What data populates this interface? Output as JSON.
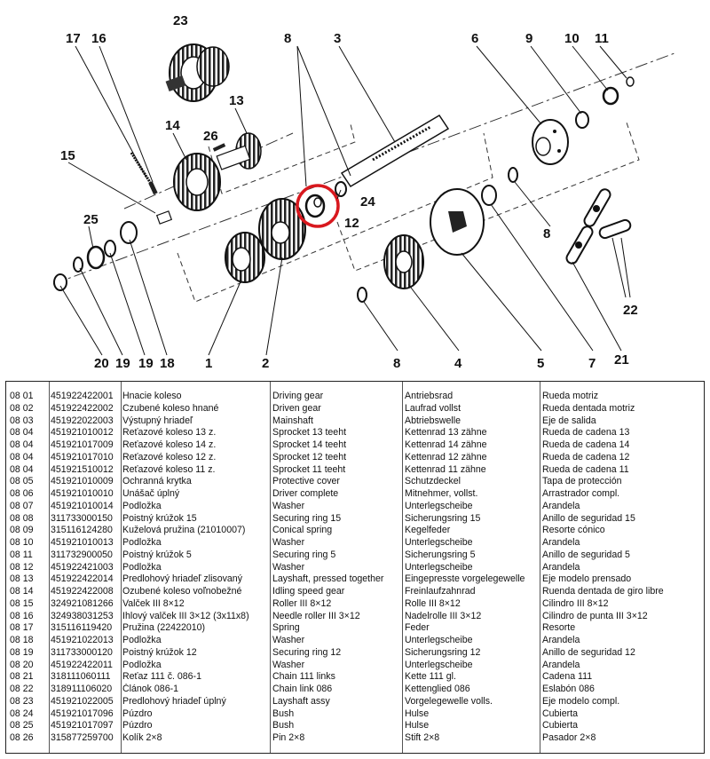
{
  "callouts": [
    "23",
    "17",
    "16",
    "8",
    "3",
    "6",
    "9",
    "10",
    "11",
    "13",
    "14",
    "26",
    "15",
    "25",
    "24",
    "12",
    "8",
    "20",
    "19",
    "19",
    "18",
    "1",
    "2",
    "8",
    "4",
    "5",
    "7",
    "21",
    "22"
  ],
  "colors": {
    "highlight": "#d8181e",
    "ink": "#111111"
  },
  "table": {
    "rows": [
      [
        "08 01",
        "451922422001",
        "Hnacie koleso",
        "Driving gear",
        "Antriebsrad",
        "Rueda motriz"
      ],
      [
        "08 02",
        "451922422002",
        "Czubené koleso hnané",
        "Driven gear",
        "Laufrad vollst",
        "Rueda dentada motriz"
      ],
      [
        "08 03",
        "451922022003",
        "Výstupný hriadeľ",
        "Mainshaft",
        "Abtriebswelle",
        "Eje de salida"
      ],
      [
        "08 04",
        "451921010012",
        "Reťazové koleso 13 z.",
        "Sprocket 13 teeht",
        "Kettenrad 13 zähne",
        "Rueda de cadena 13"
      ],
      [
        "08 04",
        "451921017009",
        "Reťazové koleso 14 z.",
        "Sprocket 14 teeht",
        "Kettenrad 14 zähne",
        "Rueda de cadena 14"
      ],
      [
        "08 04",
        "451921017010",
        "Reťazové koleso 12 z.",
        "Sprocket 12 teeht",
        "Kettenrad 12 zähne",
        "Rueda de cadena 12"
      ],
      [
        "08 04",
        "451921510012",
        "Reťazové koleso 11 z.",
        "Sprocket 11 teeht",
        "Kettenrad 11 zähne",
        "Rueda de cadena 11"
      ],
      [
        "08 05",
        "451921010009",
        "Ochranná krytka",
        "Protective cover",
        "Schutzdeckel",
        "Tapa de protección"
      ],
      [
        "08 06",
        "451921010010",
        "Unášač úplný",
        "Driver complete",
        "Mitnehmer, vollst.",
        "Arrastrador compl."
      ],
      [
        "08 07",
        "451921010014",
        "Podložka",
        "Washer",
        "Unterlegscheibe",
        "Arandela"
      ],
      [
        "08 08",
        "311733000150",
        "Poistný krúžok 15",
        "Securing ring 15",
        "Sicherungsring 15",
        "Anillo de seguridad 15"
      ],
      [
        "08 09",
        "315116124280",
        "Kuželová pružina (21010007)",
        "Conical spring",
        "Kegelfeder",
        "Resorte cónico"
      ],
      [
        "08 10",
        "451921010013",
        "Podložka",
        "Washer",
        "Unterlegscheibe",
        "Arandela"
      ],
      [
        "08 11",
        "311732900050",
        "Poistný krúžok 5",
        "Securing ring 5",
        "Sicherungsring 5",
        "Anillo de seguridad 5"
      ],
      [
        "08 12",
        "451922421003",
        "Podložka",
        "Washer",
        "Unterlegscheibe",
        "Arandela"
      ],
      [
        "08 13",
        "451922422014",
        "Predlohový hriadeľ zlisovaný",
        "Layshaft, pressed together",
        "Eingepresste vorgelegewelle",
        "Eje modelo prensado"
      ],
      [
        "08 14",
        "451922422008",
        "Ozubené koleso voľnobežné",
        "Idling speed gear",
        "Freinlaufzahnrad",
        "Ruenda dentada de giro libre"
      ],
      [
        "08 15",
        "324921081266",
        "Valček III 8×12",
        "Roller III 8×12",
        "Rolle III 8×12",
        "Cilindro III 8×12"
      ],
      [
        "08 16",
        "324938031253",
        "Ihlový valček III 3×12 (3x11x8)",
        "Needle roller III 3×12",
        "Nadelrolle III 3×12",
        "Cilindro de punta III 3×12"
      ],
      [
        "08 17",
        "315116119420",
        "Pružina (22422010)",
        "Spring",
        "Feder",
        "Resorte"
      ],
      [
        "08 18",
        "451921022013",
        "Podložka",
        "Washer",
        "Unterlegscheibe",
        "Arandela"
      ],
      [
        "08 19",
        "311733000120",
        "Poistný krúžok 12",
        "Securing ring 12",
        "Sicherungsring 12",
        "Anillo de seguridad  12"
      ],
      [
        "08 20",
        "451922422011",
        "Podložka",
        "Washer",
        "Unterlegscheibe",
        "Arandela"
      ],
      [
        "08 21",
        "318111060111",
        "Reťaz 111 č. 086-1",
        "Chain 111 links",
        "Kette 111 gl.",
        "Cadena 111"
      ],
      [
        "08 22",
        "318911106020",
        "Článok 086-1",
        "Chain link 086",
        "Kettenglied 086",
        "Eslabón 086"
      ],
      [
        "08 23",
        "451921022005",
        "Predlohový hriadeľ úplný",
        "Layshaft assy",
        "Vorgelegewelle volls.",
        "Eje modelo compl."
      ],
      [
        "08 24",
        "451921017096",
        "Púzdro",
        "Bush",
        "Hulse",
        "Cubierta"
      ],
      [
        "08 25",
        "451921017097",
        "Púzdro",
        "Bush",
        "Hulse",
        "Cubierta"
      ],
      [
        "08 26",
        "315877259700",
        "Kolík 2×8",
        "Pin 2×8",
        "Stift 2×8",
        "Pasador 2×8"
      ]
    ]
  }
}
